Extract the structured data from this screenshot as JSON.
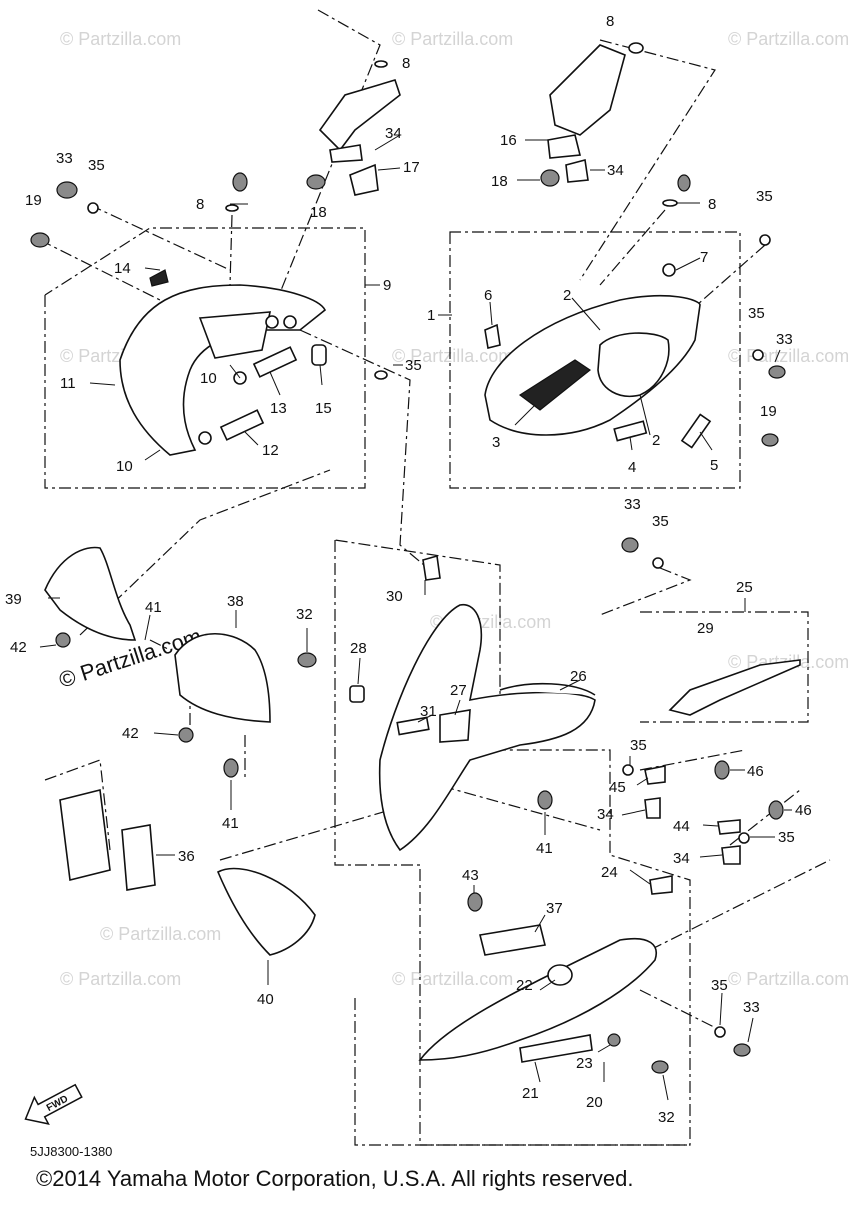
{
  "watermark": {
    "text": "© Partzilla.com"
  },
  "diagram": {
    "code": "5JJ8300-1380",
    "fwd_label": "FWD",
    "callouts": {
      "c8a": "8",
      "c34a": "34",
      "c17": "17",
      "c18a": "18",
      "c33a": "33",
      "c35a": "35",
      "c19a": "19",
      "c8b": "8",
      "c14": "14",
      "c9": "9",
      "c35b": "35",
      "c11": "11",
      "c10a": "10",
      "c10b": "10",
      "c13": "13",
      "c15": "15",
      "c12": "12",
      "c8c": "8",
      "c16": "16",
      "c34b": "34",
      "c18b": "18",
      "c8d": "8",
      "c35c": "35",
      "c7": "7",
      "c1": "1",
      "c6": "6",
      "c2a": "2",
      "c35d": "35",
      "c33b": "33",
      "c3": "3",
      "c2b": "2",
      "c4": "4",
      "c5": "5",
      "c19b": "19",
      "c33c": "33",
      "c35e": "35",
      "c25": "25",
      "c29": "29",
      "c39": "39",
      "c41a": "41",
      "c38": "38",
      "c42a": "42",
      "c30": "30",
      "c32a": "32",
      "c28": "28",
      "c26": "26",
      "c27": "27",
      "c31": "31",
      "c42b": "42",
      "c35f": "35",
      "c46a": "46",
      "c45": "45",
      "c34c": "34",
      "c41b": "41",
      "c41c": "41",
      "c44": "44",
      "c46b": "46",
      "c35g": "35",
      "c34d": "34",
      "c36": "36",
      "c43": "43",
      "c24": "24",
      "c37": "37",
      "c40": "40",
      "c22": "22",
      "c35h": "35",
      "c33d": "33",
      "c23": "23",
      "c21": "21",
      "c20": "20",
      "c32b": "32"
    }
  },
  "footer": {
    "copyright": "©2014 Yamaha Motor Corporation, U.S.A. All rights reserved."
  }
}
